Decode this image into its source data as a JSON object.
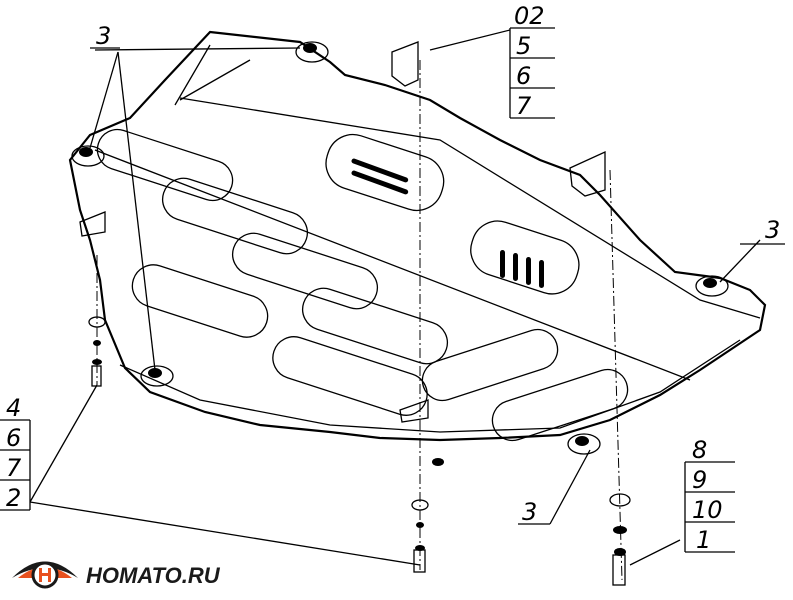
{
  "callouts": {
    "top_left": "3",
    "right": "3",
    "bottom_center": "3",
    "top_right_stack": [
      "02",
      "5",
      "6",
      "7"
    ],
    "left_stack": [
      "4",
      "6",
      "7",
      "2"
    ],
    "bottom_right_stack": [
      "8",
      "9",
      "10",
      "1"
    ]
  },
  "logo": {
    "text": "HOMATO.RU",
    "colors": {
      "orange": "#e8501e",
      "dark": "#1a1a1a"
    }
  }
}
